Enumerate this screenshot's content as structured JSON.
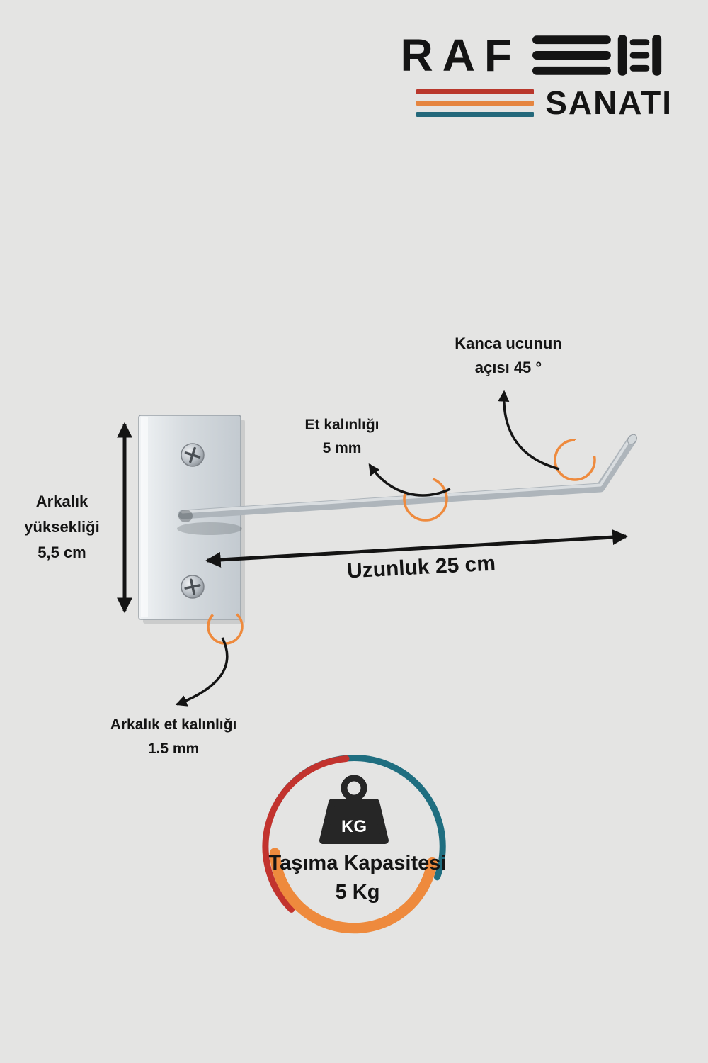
{
  "colors": {
    "bg": "#e4e4e3",
    "ink": "#141414",
    "brand-red": "#b9372c",
    "brand-orange": "#e58540",
    "brand-teal": "#23687b",
    "arc-orange": "#ee8a3d",
    "badge-red": "#c2332e",
    "badge-teal": "#1f6e80",
    "badge-orange": "#ee8a3d"
  },
  "logo": {
    "brand": "RAF",
    "brand_sub": "SANATI"
  },
  "annotations": {
    "hook_angle": {
      "line1": "Kanca ucunun",
      "line2": "açısı  45 °"
    },
    "wire_thickness": {
      "line1": "Et kalınlığı",
      "line2": "5 mm"
    },
    "back_height": {
      "line1": "Arkalık",
      "line2": "yüksekliği",
      "line3": "5,5 cm"
    },
    "length": {
      "label": "Uzunluk 25 cm"
    },
    "back_thickness": {
      "line1": "Arkalık et kalınlığı",
      "line2": "1.5 mm"
    }
  },
  "capacity": {
    "kg_label": "KG",
    "title": "Taşıma Kapasitesi",
    "value": "5 Kg"
  }
}
